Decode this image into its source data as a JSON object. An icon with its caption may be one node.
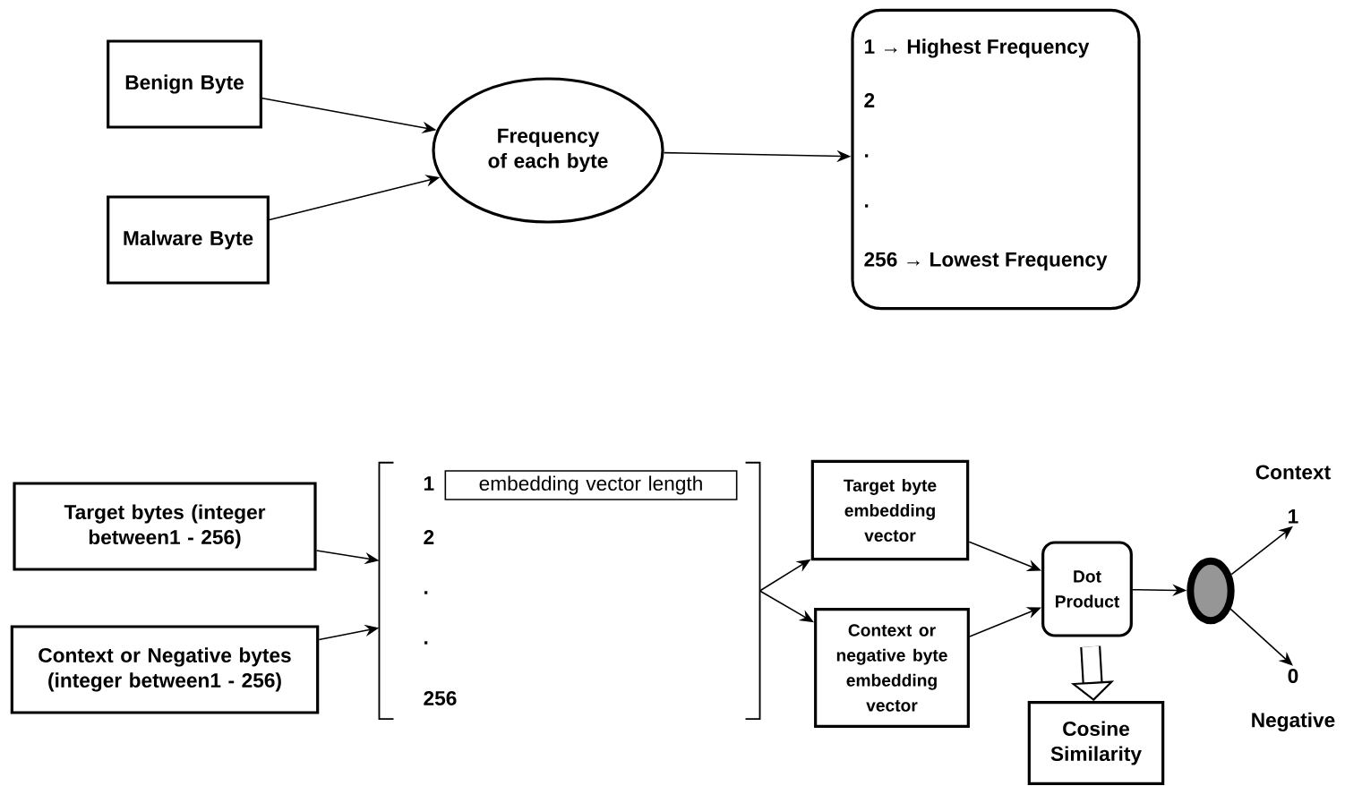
{
  "diagram": {
    "nodes": [
      {
        "text": [
          "Benign Byte"
        ]
      },
      {
        "text": [
          "Malware Byte"
        ]
      },
      {
        "text": [
          "Frequency of each byte"
        ]
      },
      {
        "text": [
          "1 → Highest Frequency",
          "2",
          ".",
          ".",
          "256 → Lowest Frequency"
        ]
      },
      {
        "text": [
          "Target bytes (integer between1 - 256)"
        ]
      },
      {
        "text": [
          "Context or Negative bytes (integer between1 - 256)"
        ]
      },
      {
        "text": [
          "1",
          "2",
          ".",
          ".",
          "256"
        ]
      },
      {
        "text": [
          "embedding vector length"
        ],
        "in": 6
      },
      {
        "text": [
          "Target byte embedding vector"
        ]
      },
      {
        "text": [
          "Context or negative byte embedding vector"
        ]
      },
      {
        "text": [
          "Dot Product"
        ]
      },
      {
        "text": [
          "Cosine Similarity"
        ]
      },
      {
        "text": [],
        "shape": "circle"
      },
      {
        "text": [
          "Context",
          "1"
        ]
      },
      {
        "text": [
          "0",
          "Negative"
        ]
      }
    ],
    "edges": [
      {
        "from": 0,
        "to": 2,
        "arrow": "to"
      },
      {
        "from": 1,
        "to": 2,
        "arrow": "to"
      },
      {
        "from": 2,
        "to": 3,
        "arrow": "to"
      },
      {
        "from": 4,
        "to": 6,
        "arrow": "to"
      },
      {
        "from": 5,
        "to": 6,
        "arrow": "to"
      },
      {
        "from": 6,
        "to": 8,
        "arrow": "to"
      },
      {
        "from": 6,
        "to": 9,
        "arrow": "to"
      },
      {
        "from": 8,
        "to": 10,
        "arrow": "to"
      },
      {
        "from": 9,
        "to": 10,
        "arrow": "to"
      },
      {
        "from": 10,
        "to": 11,
        "arrow": "to",
        "style": "thick"
      },
      {
        "from": 10,
        "to": 12,
        "arrow": "to"
      },
      {
        "from": 12,
        "to": 13,
        "arrow": "to"
      },
      {
        "from": 12,
        "to": 14,
        "arrow": "to"
      }
    ]
  }
}
